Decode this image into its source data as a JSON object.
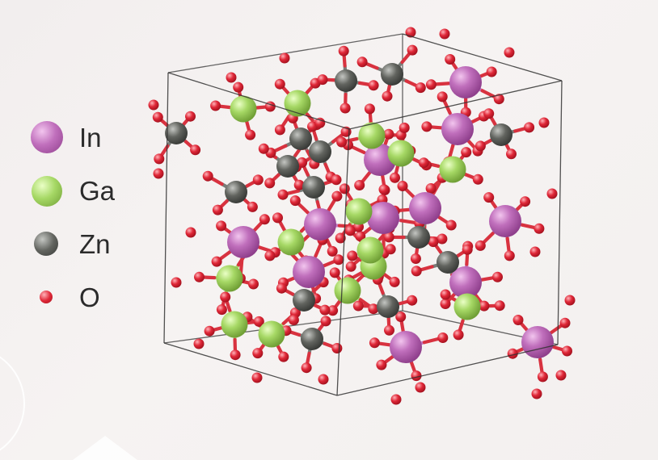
{
  "legend": {
    "items": [
      {
        "label": "In",
        "color": "#b85db4",
        "name": "legend-item-in"
      },
      {
        "label": "Ga",
        "color": "#9ed35a",
        "name": "legend-item-ga"
      },
      {
        "label": "Zn",
        "color": "#5e605c",
        "name": "legend-item-zn"
      },
      {
        "label": "O",
        "color": "#dc2233",
        "name": "legend-item-o"
      }
    ]
  },
  "colors": {
    "In": "#b85db4",
    "Ga": "#9ed35a",
    "Zn": "#5e605c",
    "O": "#dc2233",
    "bond_In": "#c779c2",
    "bond_Ga": "#a9d86f",
    "bond_Zn": "#7a7c78",
    "cell_edge": "#333333"
  }
}
